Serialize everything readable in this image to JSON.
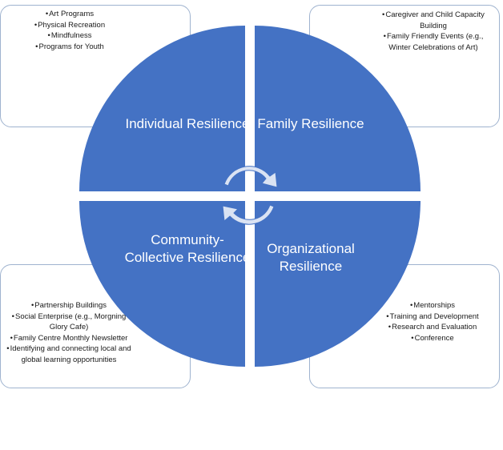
{
  "quadrants": {
    "individual": "Individual Resilience",
    "family": "Family Resilience",
    "community": "Community- Collective Resilience",
    "organizational": "Organizational Resilience"
  },
  "boxes": {
    "individual": [
      "Art Programs",
      "Physical Recreation",
      "Mindfulness",
      "Programs for Youth"
    ],
    "family": [
      "Caregiver and Child Capacity Building",
      "Family Friendly Events (e.g., Winter Celebrations of Art)"
    ],
    "community": [
      "Partnership Buildings",
      "Social Enterprise (e.g., Morgning Glory Cafe)",
      "Family Centre Monthly Newsletter",
      "Identifying and connecting local and global learning opportunities"
    ],
    "organizational": [
      "Mentorships",
      "Training and Development",
      "Research and Evaluation",
      "Conference"
    ]
  },
  "colors": {
    "quadrant_fill": "#4472C4",
    "arrow_fill": "#DAE3F3",
    "box_border": "#9FB3CF"
  },
  "icons": [
    "clockwise-arrow-icon",
    "counter-arrow-icon"
  ]
}
